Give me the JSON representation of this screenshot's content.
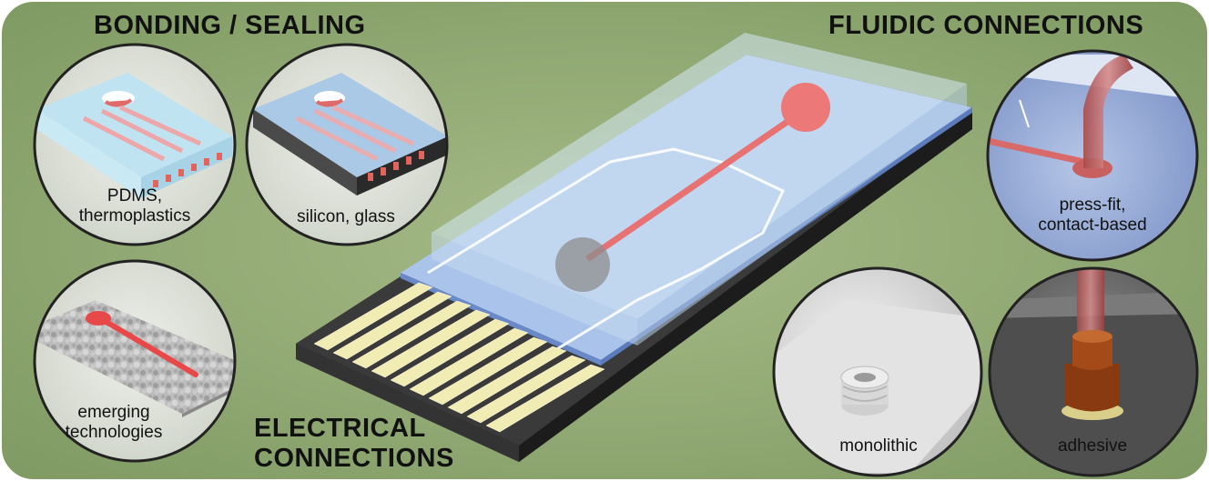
{
  "headings": {
    "bonding": "BONDING / SEALING",
    "fluidic": "FLUIDIC CONNECTIONS",
    "electrical_line1": "ELECTRICAL",
    "electrical_line2": "CONNECTIONS"
  },
  "circles": {
    "pdms": {
      "line1": "PDMS,",
      "line2": "thermoplastics"
    },
    "silicon": {
      "line1": "silicon, glass"
    },
    "emerging": {
      "line1": "emerging",
      "line2": "technologies"
    },
    "pressfit": {
      "line1": "press-fit,",
      "line2": "contact-based"
    },
    "monolithic": {
      "line1": "monolithic"
    },
    "adhesive": {
      "line1": "adhesive"
    }
  },
  "colors": {
    "background": "#88a26c",
    "channel": "#e86a6a",
    "cover": "#bcd8ec",
    "substrate": "#2b2b2b",
    "electrode": "#f3efb8"
  }
}
